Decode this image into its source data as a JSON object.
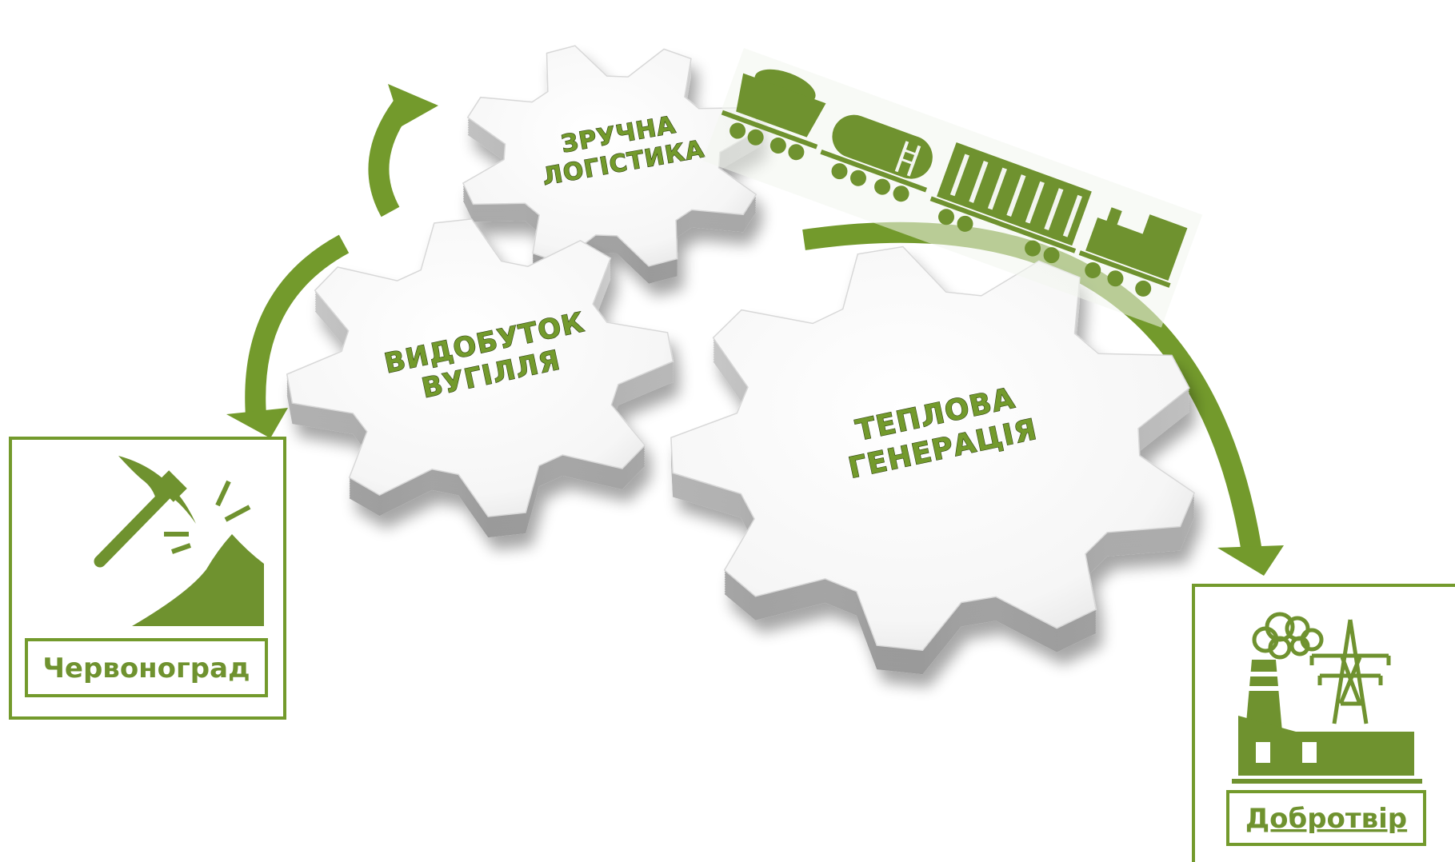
{
  "gears": {
    "logistics": {
      "line1": "ЗРУЧНА",
      "line2": "ЛОГІСТИКА"
    },
    "mining": {
      "line1": "ВИДОБУТОК",
      "line2": "ВУГІЛЛЯ"
    },
    "generation": {
      "line1": "ТЕПЛОВА",
      "line2": "ГЕНЕРАЦІЯ"
    }
  },
  "locations": {
    "chervonohrad": "Червоноград",
    "dobrotvir": "Добротвір"
  },
  "colors": {
    "accent": "#739a2c",
    "dark_accent": "#4f6b1c",
    "gear_face": "#f7f7f7",
    "gear_side": "#b8b8b8"
  },
  "icons": {
    "mine": "pickaxe-mountain-icon",
    "plant": "power-plant-pylon-icon",
    "train": "freight-train-icon"
  }
}
